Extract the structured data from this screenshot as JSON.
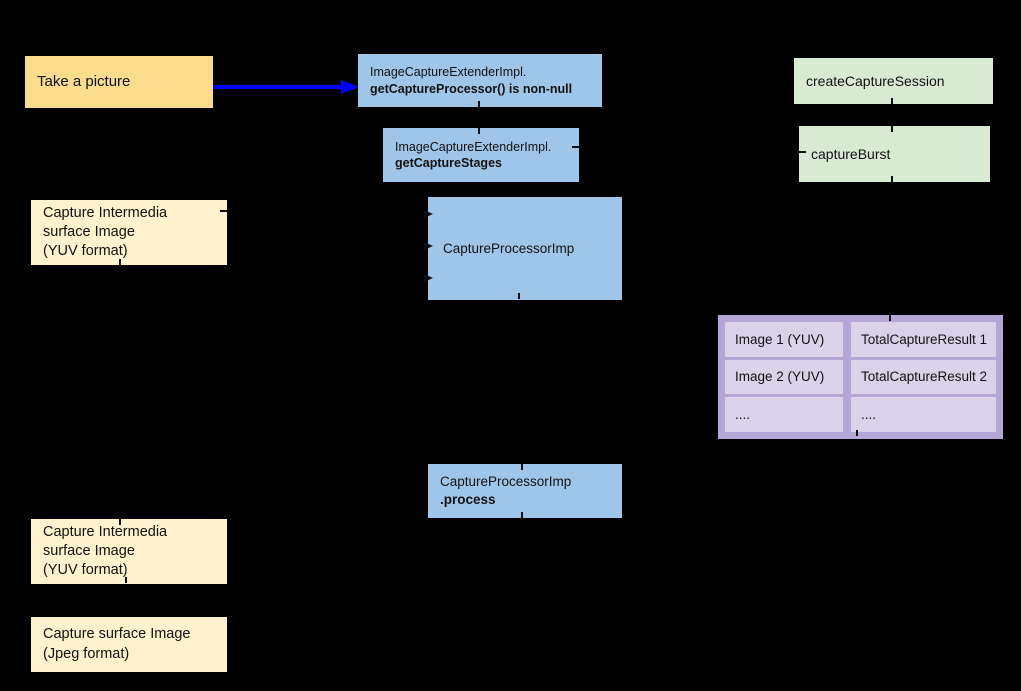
{
  "diagram": {
    "background": "#000000",
    "colors": {
      "background": "#000000",
      "yellow_strong": "#FADC8C",
      "yellow_light": "#FFF2CC",
      "blue_box": "#9FC5E8",
      "green_box": "#D9EAD3",
      "purple_outer": "#B4A7D6",
      "purple_cell": "#D9D2E9",
      "arrow_blue": "#0000FF"
    },
    "nodes": {
      "take_picture": {
        "label": "Take a picture"
      },
      "get_capture_processor": {
        "line1": "ImageCaptureExtenderImpl.",
        "line2_bold": "getCaptureProcessor() is non-null"
      },
      "get_capture_stages": {
        "line1": "ImageCaptureExtenderImpl.",
        "line2_bold": "getCaptureStages"
      },
      "create_capture_session": {
        "label": "createCaptureSession"
      },
      "capture_burst": {
        "label": "captureBurst"
      },
      "capture_intermedia_1": {
        "lines": [
          "Capture Intermedia",
          "surface Image",
          "(YUV format)"
        ]
      },
      "capture_processor_imp": {
        "label": "CaptureProcessorImp"
      },
      "capture_processor_process": {
        "line1": "CaptureProcessorImp",
        "line2_bold": ".process"
      },
      "capture_intermedia_2": {
        "lines": [
          "Capture Intermedia",
          "surface Image",
          "(YUV format)"
        ]
      },
      "capture_surface_jpeg": {
        "lines": [
          "Capture surface Image",
          "(Jpeg format)"
        ]
      }
    },
    "edges": [
      {
        "from": "take_picture",
        "to": "get_capture_processor",
        "style": "solid-blue-arrow"
      }
    ],
    "table": {
      "rows": [
        {
          "image": "Image 1 (YUV)",
          "result": "TotalCaptureResult 1"
        },
        {
          "image": "Image 2 (YUV)",
          "result": "TotalCaptureResult 2"
        },
        {
          "image": "....",
          "result": "...."
        }
      ]
    }
  }
}
